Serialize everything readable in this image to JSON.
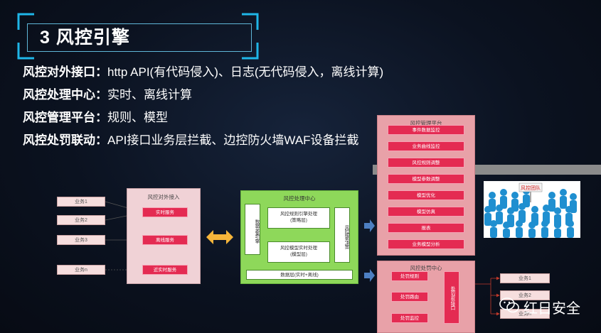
{
  "slide": {
    "title": "3 风控引擎",
    "lines": [
      {
        "key": "风控对外接口：",
        "value": "http API(有代码侵入)、日志(无代码侵入，离线计算)"
      },
      {
        "key": "风控处理中心：",
        "value": "实时、离线计算"
      },
      {
        "key": "风控管理平台：",
        "value": "规则、模型"
      },
      {
        "key": "风控处罚联动：",
        "value": "API接口业务层拦截、边控防火墙WAF设备拦截"
      }
    ]
  },
  "diagram": {
    "business": [
      "业务1",
      "业务2",
      "业务3",
      "业务n"
    ],
    "access": {
      "title": "风控对外接入",
      "items": [
        "实时服务",
        "离线服务",
        "近实时服务"
      ]
    },
    "processing": {
      "title": "风控处理中心",
      "left_vertical": "数据采集引擎",
      "rule_engine": "风控规则引擎处理\n(策略层)",
      "model_engine": "风控模型实时处理\n(模型层)",
      "right_vertical": "风险服务决策",
      "data_layer": "数据层(实时+离线)"
    },
    "management": {
      "title": "风控管理平台",
      "items": [
        "事件数据监控",
        "业务曲线监控",
        "风控规则调整",
        "模型参数调整",
        "模型优化",
        "模型仿真",
        "报表",
        "业务模型分析"
      ]
    },
    "penalty": {
      "title": "风控处罚中心",
      "items": [
        "处罚规则",
        "处罚路由",
        "处罚监控"
      ],
      "interface": "处罚对外接口"
    },
    "outputs": [
      "业务1",
      "业务2",
      "业务n"
    ],
    "photo_sign": "风控团队"
  },
  "watermark": {
    "text": "红日安全",
    "icon": "wechat-icon"
  },
  "colors": {
    "accent_cyan": "#1fb6e8",
    "pill_red": "#e42b52",
    "green_panel": "#8ed85a",
    "arrow_orange": "#f6b53a",
    "arrow_blue": "#4d7fc2"
  }
}
